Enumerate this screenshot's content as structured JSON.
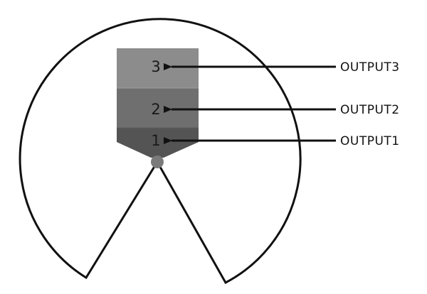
{
  "colors": {
    "line": "#111111",
    "block3": "#8c8c8c",
    "block2": "#6f6f6f",
    "block1": "#545454",
    "pivot": "#7a7a7a"
  },
  "blocks": [
    {
      "number": "3",
      "output": "OUTPUT3"
    },
    {
      "number": "2",
      "output": "OUTPUT2"
    },
    {
      "number": "1",
      "output": "OUTPUT1"
    }
  ]
}
